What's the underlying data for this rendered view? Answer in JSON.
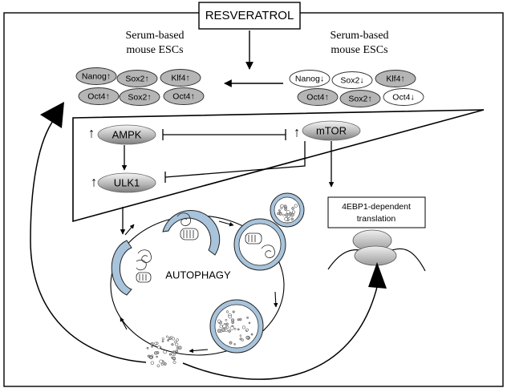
{
  "title": "RESVERATROL",
  "left_column": {
    "header_line1": "Serum-based",
    "header_line2": "mouse ESCs",
    "markers": [
      "Nanog↑",
      "Sox2↑",
      "Klf4↑",
      "Oct4↑",
      "Sox2↑",
      "Oct4↑"
    ]
  },
  "right_column": {
    "header_line1": "Serum-based",
    "header_line2": "mouse ESCs",
    "markers": [
      "Nanog↓",
      "Sox2↓",
      "Klf4↑",
      "Oct4↑",
      "Sox2↑",
      "Oct4↓"
    ]
  },
  "signaling": {
    "ampk": "AMPK",
    "ulk1": "ULK1",
    "mtor": "mTOR",
    "up_arrow": "↑"
  },
  "translation": {
    "line1": "4EBP1-dependent",
    "line2": "translation"
  },
  "autophagy_label": "AUTOPHAGY",
  "colors": {
    "marker_gray": "#b5b5b5",
    "marker_white": "#ffffff",
    "vesicle_blue": "#a8c4dc",
    "line": "#000000"
  }
}
